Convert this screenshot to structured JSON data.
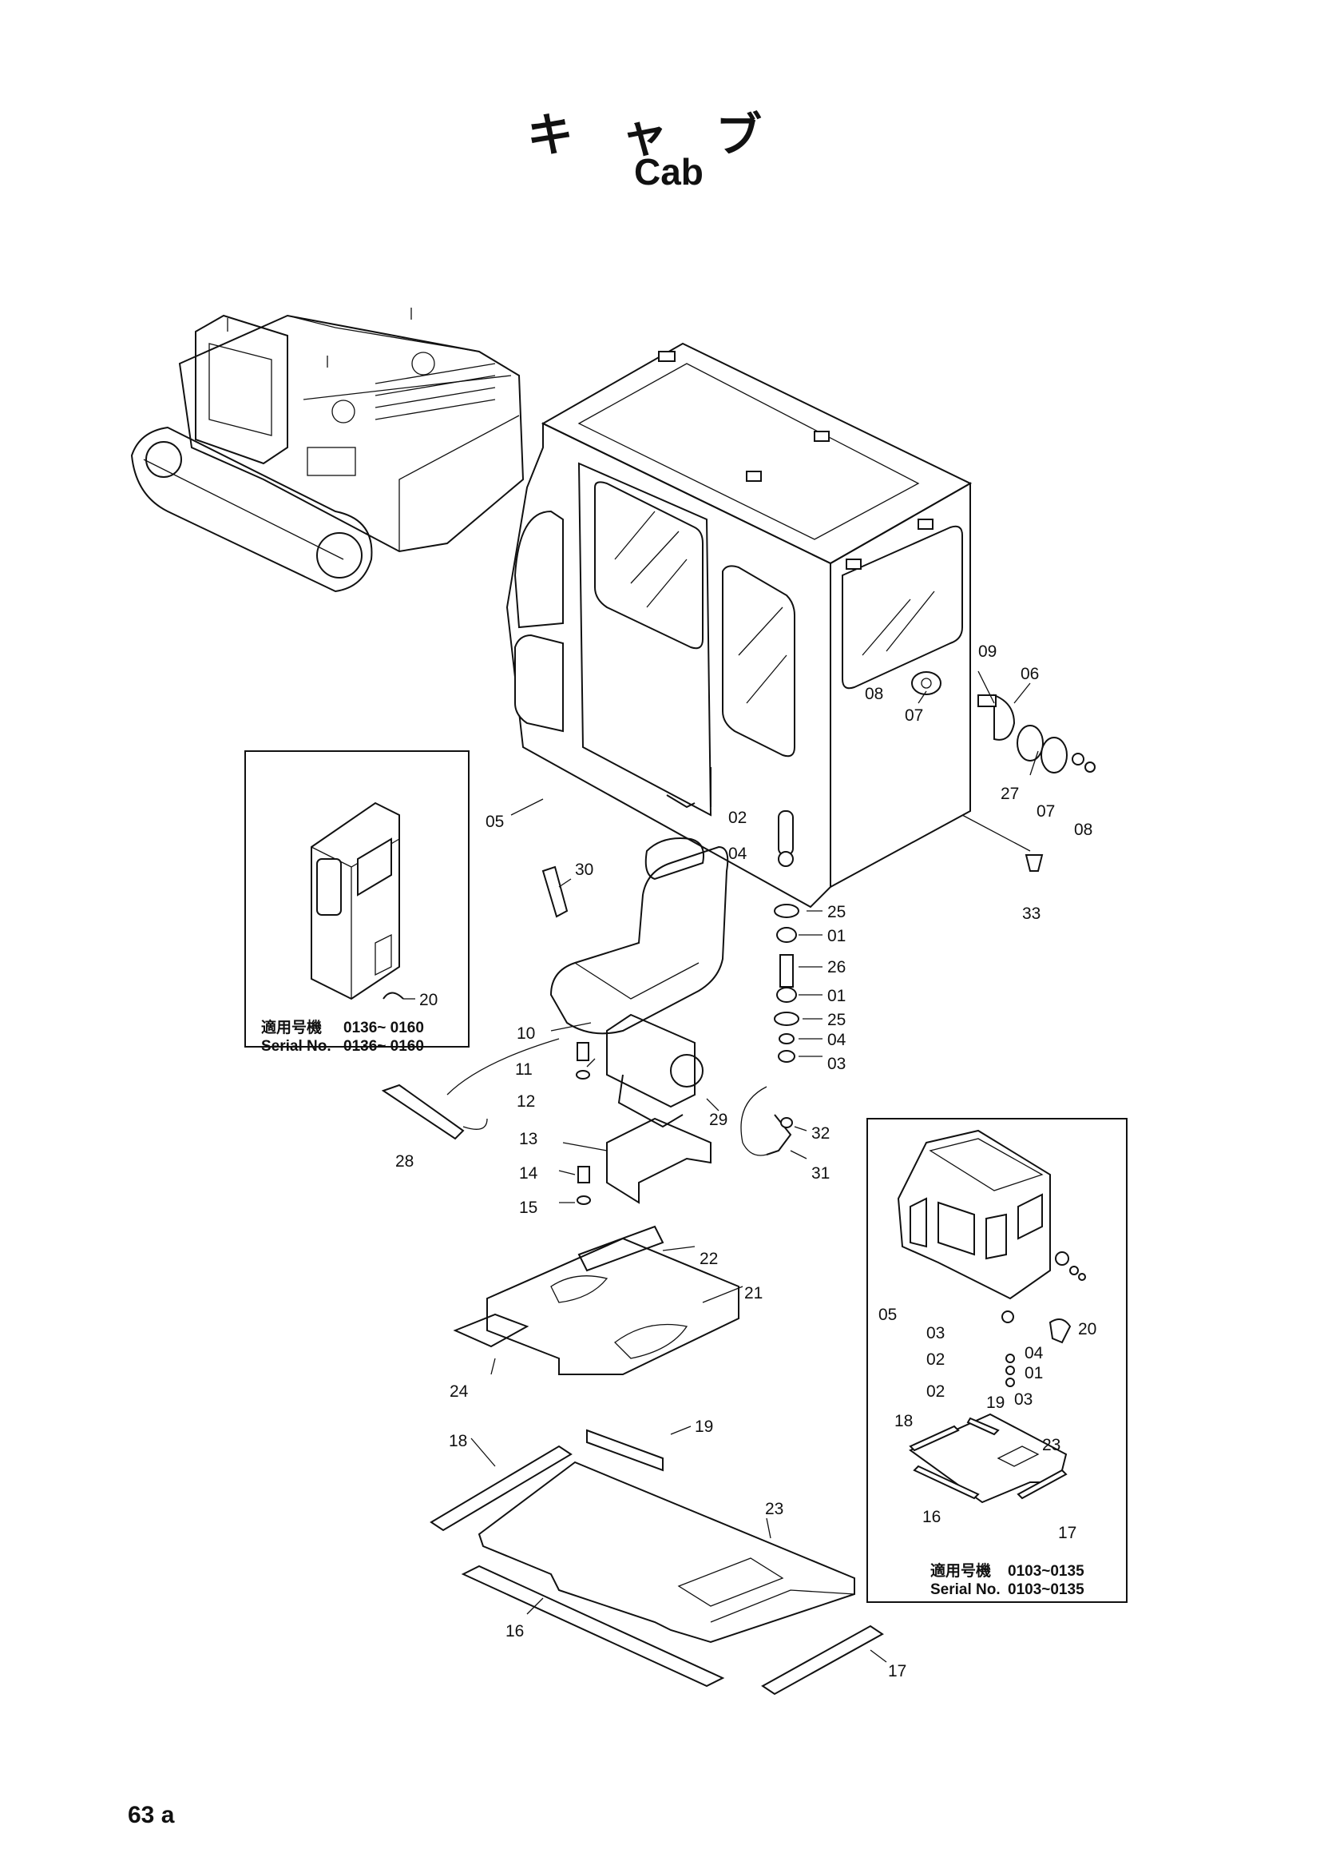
{
  "title": {
    "japanese": "キャブ",
    "english": "Cab"
  },
  "page_number": "63 a",
  "inset_left": {
    "label_jp": "適用号機",
    "range_jp": "0136~ 0160",
    "serial_label": "Serial No.",
    "serial_range": "0136~ 0160",
    "callouts": [
      "20"
    ]
  },
  "inset_right": {
    "label_jp": "適用号機",
    "range_jp": "0103~0135",
    "serial_label": "Serial No.",
    "serial_range": "0103~0135",
    "callouts": [
      "05",
      "03",
      "02",
      "04",
      "01",
      "02",
      "03",
      "20",
      "18",
      "19",
      "23",
      "16",
      "17"
    ]
  },
  "callouts": {
    "c05": "05",
    "c09": "09",
    "c06": "06",
    "c08a": "08",
    "c07a": "07",
    "c27": "27",
    "c07b": "07",
    "c08b": "08",
    "c33": "33",
    "c02": "02",
    "c04": "04",
    "c30": "30",
    "c25a": "25",
    "c01a": "01",
    "c26": "26",
    "c01b": "01",
    "c25b": "25",
    "c04b": "04",
    "c03": "03",
    "c10": "10",
    "c11": "11",
    "c12": "12",
    "c29": "29",
    "c28": "28",
    "c13": "13",
    "c14": "14",
    "c15": "15",
    "c32": "32",
    "c31": "31",
    "c22": "22",
    "c21": "21",
    "c24": "24",
    "c18": "18",
    "c19": "19",
    "c23": "23",
    "c16": "16",
    "c17": "17"
  },
  "icons": [
    "excavator-illustration",
    "cab-body",
    "operator-seat",
    "floor-mat",
    "floor-plate"
  ]
}
